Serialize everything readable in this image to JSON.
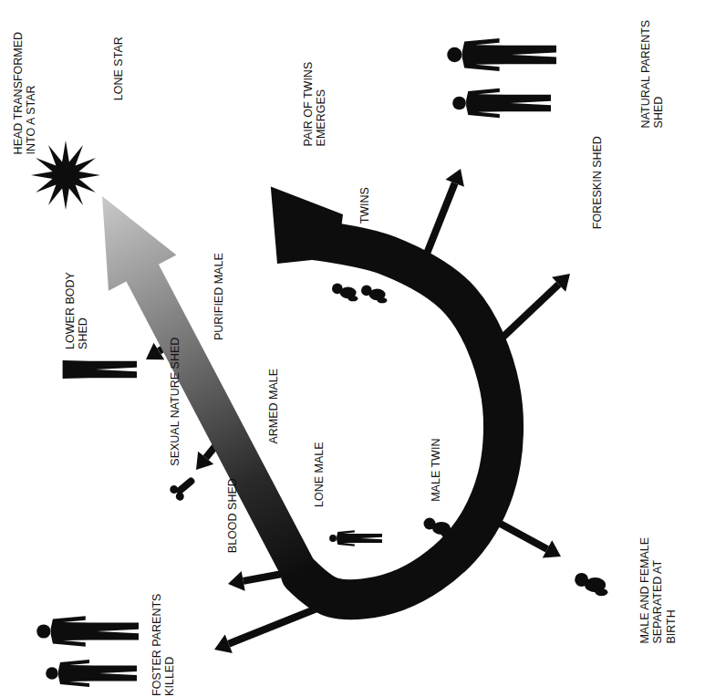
{
  "diagram": {
    "labels": [
      "HEAD TRANSFORMED INTO A STAR",
      "LONE STAR",
      "PAIR OF TWINS EMERGES",
      "NATURAL PARENTS SHED",
      "TWINS",
      "FORESKIN SHED",
      "PURIFIED MALE",
      "LOWER BODY SHED",
      "ARMED MALE",
      "SEXUAL NATURE SHED",
      "LONE MALE",
      "MALE TWIN",
      "BLOOD SHED",
      "MALE AND FEMALE SEPARATED AT BIRTH",
      "FOSTER PARENTS KILLED"
    ]
  }
}
